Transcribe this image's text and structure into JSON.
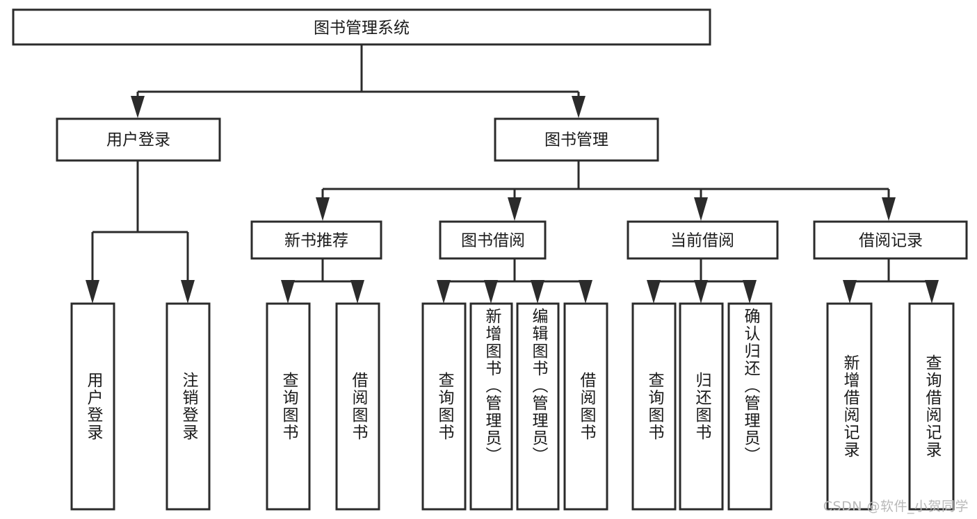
{
  "diagram": {
    "type": "hierarchy-tree",
    "title": "图书管理系统",
    "watermark": "CSDN @软件_小贺同学",
    "root": {
      "id": "root",
      "label": "图书管理系统"
    },
    "level2": [
      {
        "id": "user-login",
        "label": "用户登录"
      },
      {
        "id": "book-management",
        "label": "图书管理"
      }
    ],
    "level3": [
      {
        "id": "new-book-recommend",
        "label": "新书推荐",
        "parent": "book-management"
      },
      {
        "id": "book-borrow",
        "label": "图书借阅",
        "parent": "book-management"
      },
      {
        "id": "current-borrow",
        "label": "当前借阅",
        "parent": "book-management"
      },
      {
        "id": "borrow-record",
        "label": "借阅记录",
        "parent": "book-management"
      }
    ],
    "leaves": [
      {
        "id": "leaf-user-login",
        "label": "用户登录",
        "parent": "user-login"
      },
      {
        "id": "leaf-logout-login",
        "label": "注销登录",
        "parent": "user-login"
      },
      {
        "id": "leaf-query-book-1",
        "label": "查询图书",
        "parent": "new-book-recommend"
      },
      {
        "id": "leaf-borrow-book-1",
        "label": "借阅图书",
        "parent": "new-book-recommend"
      },
      {
        "id": "leaf-query-book-2",
        "label": "查询图书",
        "parent": "book-borrow"
      },
      {
        "id": "leaf-add-book",
        "label": "新增图书（管理员）",
        "parent": "book-borrow"
      },
      {
        "id": "leaf-edit-book",
        "label": "编辑图书（管理员）",
        "parent": "book-borrow"
      },
      {
        "id": "leaf-borrow-book-2",
        "label": "借阅图书",
        "parent": "book-borrow"
      },
      {
        "id": "leaf-query-book-3",
        "label": "查询图书",
        "parent": "current-borrow"
      },
      {
        "id": "leaf-return-book",
        "label": "归还图书",
        "parent": "current-borrow"
      },
      {
        "id": "leaf-confirm-return",
        "label": "确认归还（管理员）",
        "parent": "current-borrow"
      },
      {
        "id": "leaf-add-record",
        "label": "新增借阅记录",
        "parent": "borrow-record"
      },
      {
        "id": "leaf-query-record",
        "label": "查询借阅记录",
        "parent": "borrow-record"
      }
    ],
    "colors": {
      "stroke": "#2b2b2b",
      "fill": "#ffffff",
      "text": "#1a1a1a",
      "watermark": "#b9b9b9"
    }
  }
}
